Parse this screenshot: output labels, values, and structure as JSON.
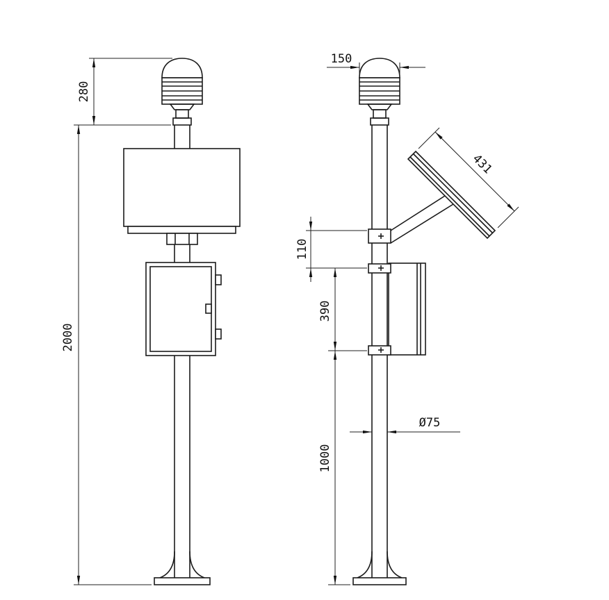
{
  "dimensions": {
    "h280": "280",
    "h2000": "2000",
    "w150": "150",
    "panel431": "431",
    "gap110": "110",
    "box390": "390",
    "pole1000": "1000",
    "dia75": "Ø75"
  },
  "colors": {
    "line": "#1a1a1a",
    "background": "#ffffff"
  }
}
